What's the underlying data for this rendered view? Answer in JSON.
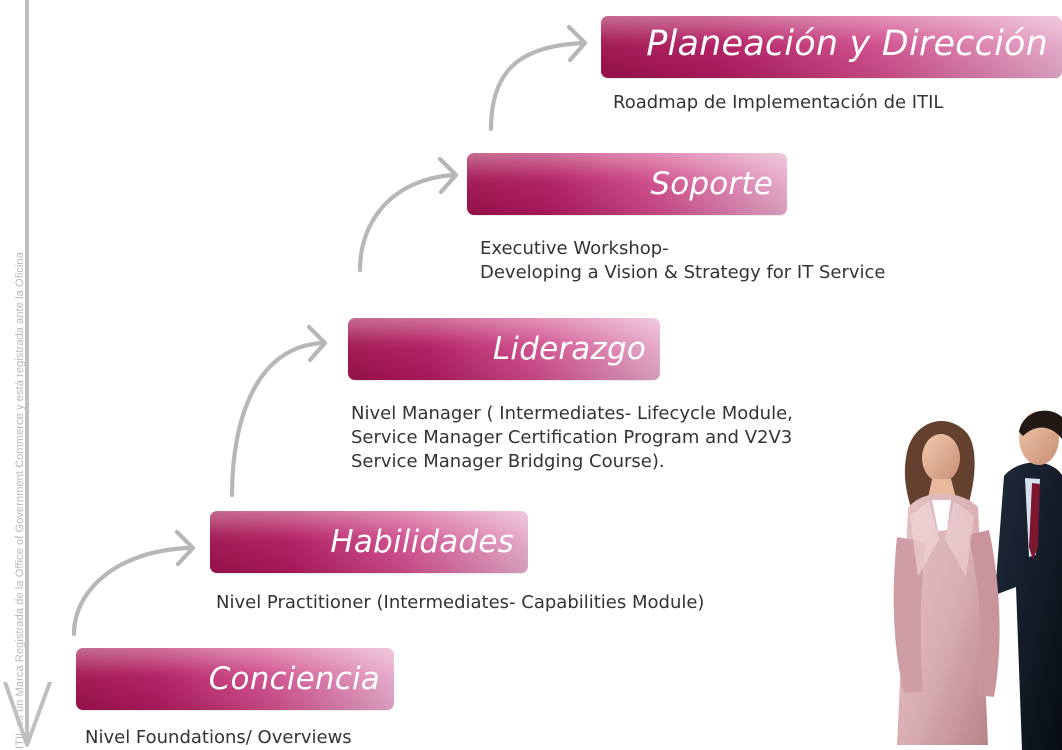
{
  "side_note": "ITIL es un Marca Registrada de la Office of Government Commerce y está registrada ante la Oficina",
  "stages": [
    {
      "title": "Conciencia",
      "description_lines": [
        "Nivel Foundations/ Overviews"
      ]
    },
    {
      "title": "Habilidades",
      "description_lines": [
        "Nivel Practitioner (Intermediates- Capabilities Module)"
      ]
    },
    {
      "title": "Liderazgo",
      "description_lines": [
        "Nivel Manager ( Intermediates- Lifecycle Module,",
        "Service Manager Certification Program and V2V3",
        "Service Manager Bridging Course)."
      ]
    },
    {
      "title": "Soporte",
      "description_lines": [
        "Executive Workshop-",
        "Developing a Vision & Strategy for IT Service"
      ]
    },
    {
      "title": "Planeación y Dirección",
      "description_lines": [
        "Roadmap de Implementación de ITIL"
      ]
    }
  ],
  "colors": {
    "magenta_dark": "#a0124f",
    "magenta_light": "#e6a9ca",
    "text": "#333333",
    "arrow_gray": "#b7b7b7"
  },
  "icons": {
    "timeline_arrow": "down-arrow-icon",
    "progress_arrows": "curved-arrow-icon",
    "people_image": "business-people-illustration"
  }
}
